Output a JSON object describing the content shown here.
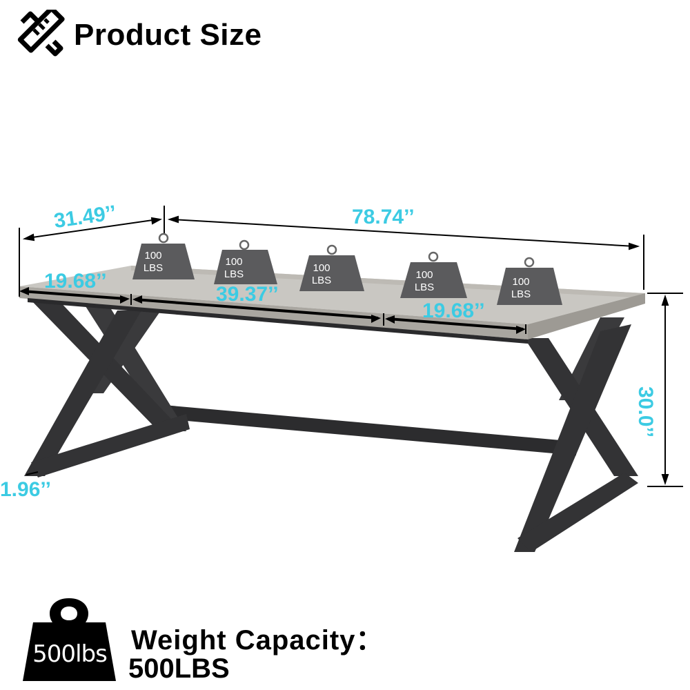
{
  "header": {
    "title": "Product Size",
    "icon": "ruler-pencil-icon"
  },
  "dimensions": {
    "depth": "31.49’’",
    "length": "78.74’’",
    "section_left": "19.68’’",
    "section_middle": "39.37’’",
    "section_right": "19.68’’",
    "height": "30.0’’",
    "leg_width": "1.96’’"
  },
  "weights": [
    {
      "value": "100",
      "unit": "LBS"
    },
    {
      "value": "100",
      "unit": "LBS"
    },
    {
      "value": "100",
      "unit": "LBS"
    },
    {
      "value": "100",
      "unit": "LBS"
    },
    {
      "value": "100",
      "unit": "LBS"
    }
  ],
  "capacity": {
    "icon_label": "500lbs",
    "title": "Weight Capacity：",
    "value": "500LBS"
  },
  "colors": {
    "dimension_text": "#3ccbe3",
    "tabletop": "#c9c7c2",
    "frame": "#2f2f31",
    "weight": "#5b5b5d"
  }
}
